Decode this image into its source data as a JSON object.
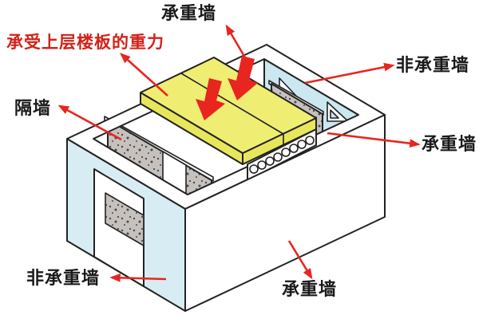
{
  "diagram": {
    "labels": {
      "top_load_bearing_wall": "承重墙",
      "gravity_note": "承受上层楼板的重力",
      "partition_wall": "隔墙",
      "right_non_load_bearing_wall": "非承重墙",
      "right_load_bearing_wall": "承重墙",
      "bottom_left_non_load_bearing_wall": "非承重墙",
      "bottom_load_bearing_wall": "承重墙"
    },
    "colors": {
      "background": "#ffffff",
      "wall_blue": "#d7edf3",
      "wall_blue_inner": "#cbe7f0",
      "slab_yellow": "#f0ee72",
      "slab_yellow_side": "#e8e65c",
      "concrete_gray": "#c7c1be",
      "speckle_dot": "#4a4a4a",
      "arrow_red": "#e8251f",
      "note_red": "#d32118",
      "outline": "#222222"
    }
  }
}
